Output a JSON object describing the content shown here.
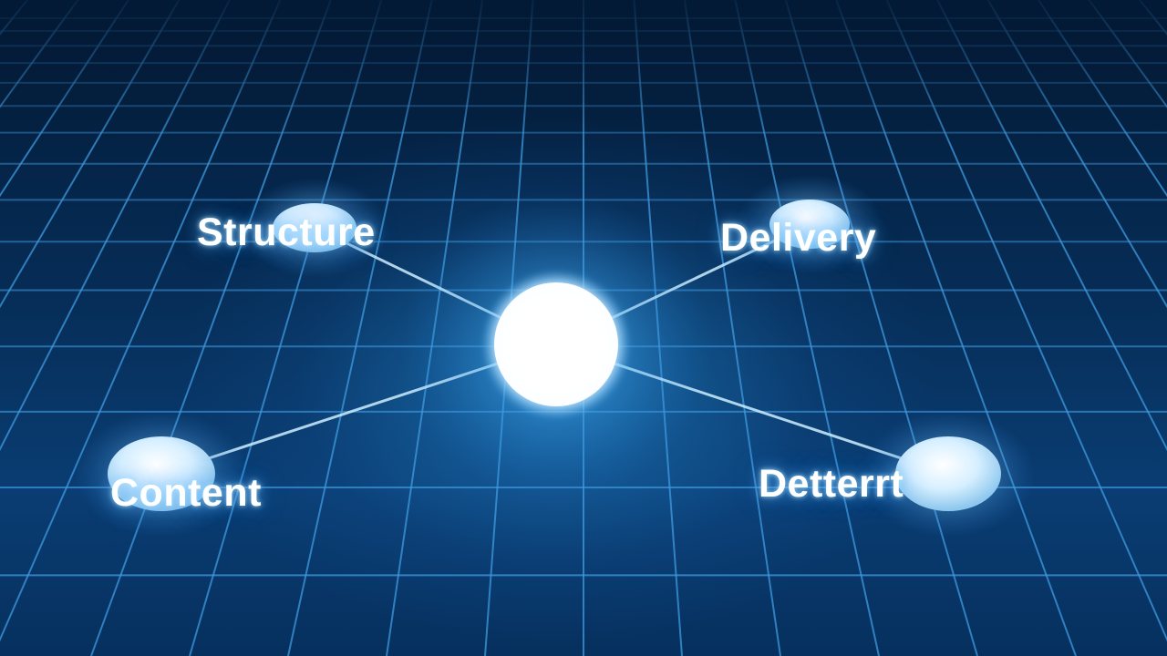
{
  "diagram": {
    "hub": {},
    "nodes": [
      {
        "label": "Structure"
      },
      {
        "label": "Delivery"
      },
      {
        "label": "Content"
      },
      {
        "label": "Detterrt"
      }
    ]
  },
  "colors": {
    "background_dark": "#031a36",
    "background_mid": "#0a3d73",
    "grid_line": "#3f9be0",
    "glow": "#bfe8ff",
    "hub_core": "#ffffff",
    "label_text": "#ffffff"
  }
}
